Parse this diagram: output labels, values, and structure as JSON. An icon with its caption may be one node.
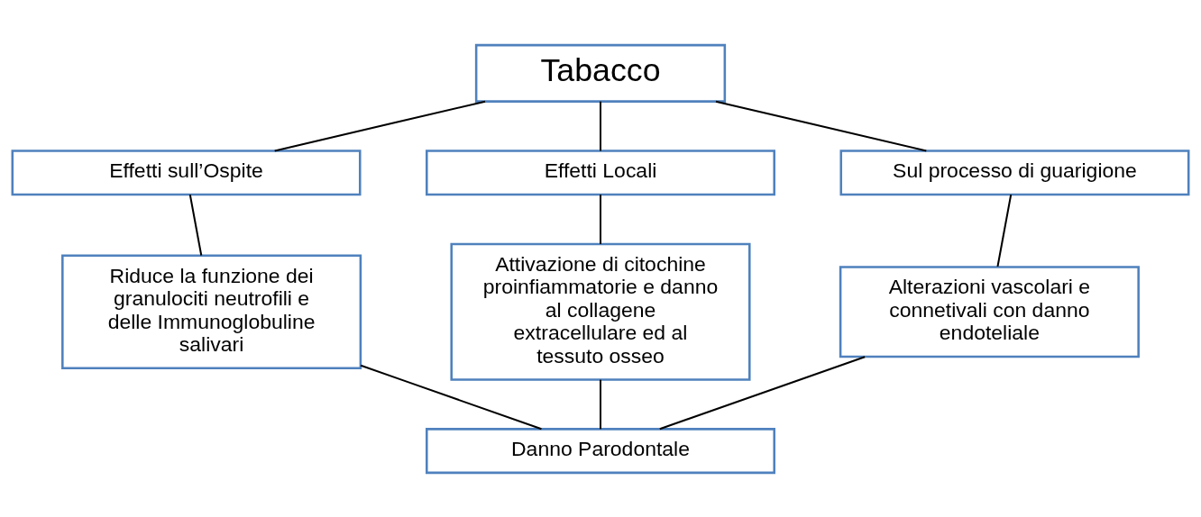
{
  "diagram": {
    "nodes": [
      {
        "text": [
          "Tabacco"
        ]
      },
      {
        "text": [
          "Effetti sull’Ospite"
        ]
      },
      {
        "text": [
          "Effetti Locali"
        ]
      },
      {
        "text": [
          "Sul processo di guarigione"
        ]
      },
      {
        "text": [
          "Riduce la funzione dei granulociti neutrofili e delle Immunoglobuline salivari"
        ]
      },
      {
        "text": [
          "Attivazione di citochine proinfiammatorie e danno al collagene extracellulare ed al tessuto osseo"
        ]
      },
      {
        "text": [
          "Alterazioni vascolari e connetivali con danno endoteliale"
        ]
      },
      {
        "text": [
          "Danno Parodontale"
        ]
      }
    ],
    "edges": [
      {
        "from": 0,
        "to": 1,
        "arrow": "none"
      },
      {
        "from": 0,
        "to": 2,
        "arrow": "none"
      },
      {
        "from": 0,
        "to": 3,
        "arrow": "none"
      },
      {
        "from": 1,
        "to": 4,
        "arrow": "none"
      },
      {
        "from": 2,
        "to": 5,
        "arrow": "none"
      },
      {
        "from": 3,
        "to": 6,
        "arrow": "none"
      },
      {
        "from": 4,
        "to": 7,
        "arrow": "none"
      },
      {
        "from": 5,
        "to": 7,
        "arrow": "none"
      },
      {
        "from": 6,
        "to": 7,
        "arrow": "none"
      }
    ]
  }
}
